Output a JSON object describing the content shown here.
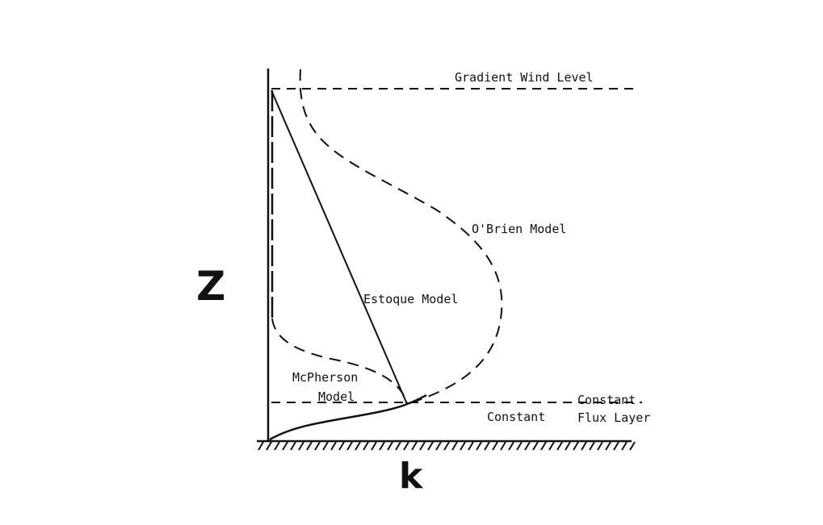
{
  "diagram": {
    "axis_z_label": "Z",
    "axis_k_label": "k",
    "gradient_wind_label": "Gradient Wind Level",
    "obrien_label": "O'Brien Model",
    "estoque_label": "Estoque Model",
    "mcpherson_label_line1": "McPherson",
    "mcpherson_label_line2": "Model",
    "constant_label": "Constant",
    "constant_flux_line1": "Constant",
    "constant_flux_line2": "Flux Layer",
    "ink_color": "#111111"
  }
}
